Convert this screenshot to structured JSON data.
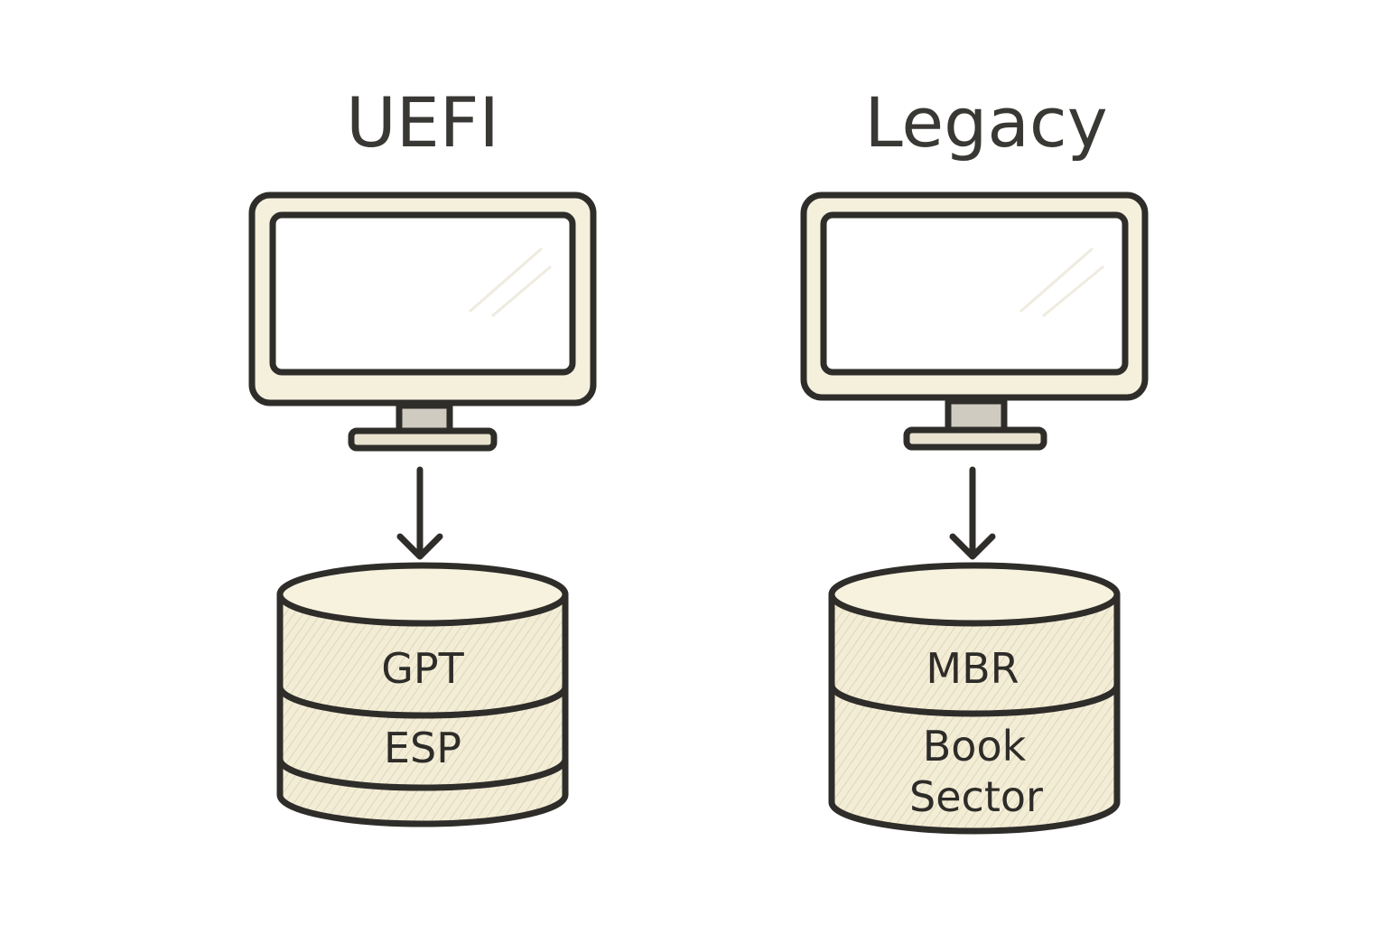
{
  "colors": {
    "ink": "#2f2d2a",
    "cream": "#f5f0dc",
    "screen": "#ffffff",
    "stand": "#cfcbc0",
    "shade": "#e9e3cc"
  },
  "uefi": {
    "title": "UEFI",
    "monitor_icon": "monitor-icon",
    "arrow_icon": "arrow-down-icon",
    "disk_icon": "database-cylinder-icon",
    "disk_labels": {
      "top": "GPT",
      "middle": "ESP"
    }
  },
  "legacy": {
    "title": "Legacy",
    "monitor_icon": "monitor-icon",
    "arrow_icon": "arrow-down-icon",
    "disk_icon": "database-cylinder-icon",
    "disk_labels": {
      "top": "MBR",
      "middle_line1": "Book",
      "middle_line2": "Sector"
    }
  }
}
